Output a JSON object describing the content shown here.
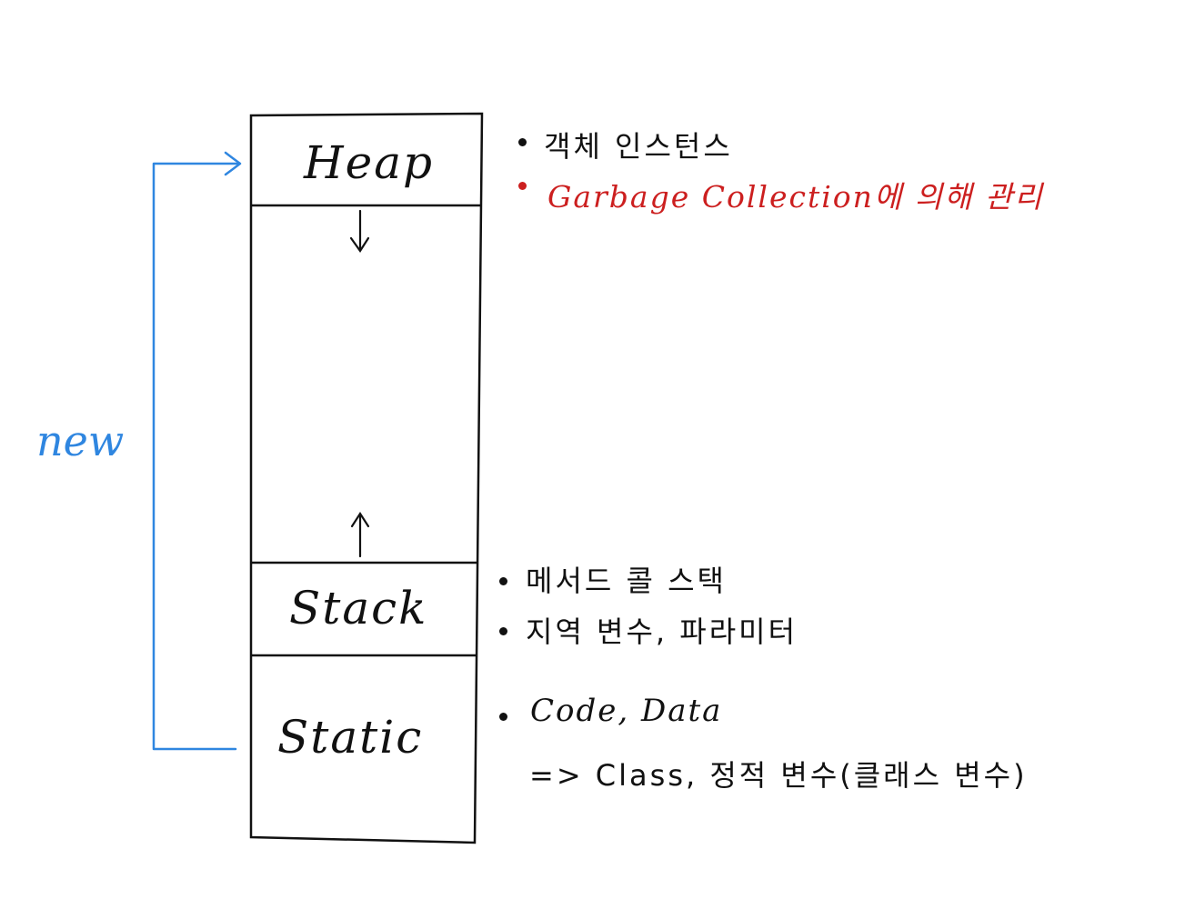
{
  "memory_blocks": {
    "heap": "Heap",
    "stack": "Stack",
    "static": "Static"
  },
  "arrow_label": "new",
  "heap_notes": [
    "객체 인스턴스",
    "Garbage Collection에 의해 관리"
  ],
  "stack_notes": [
    "메서드 콜 스택",
    "지역 변수, 파라미터"
  ],
  "static_notes": [
    "Code, Data",
    "=> Class, 정적 변수(클래스 변수)"
  ],
  "colors": {
    "ink": "#111111",
    "highlight": "#cc1f1f",
    "arrow": "#2f86e0"
  }
}
